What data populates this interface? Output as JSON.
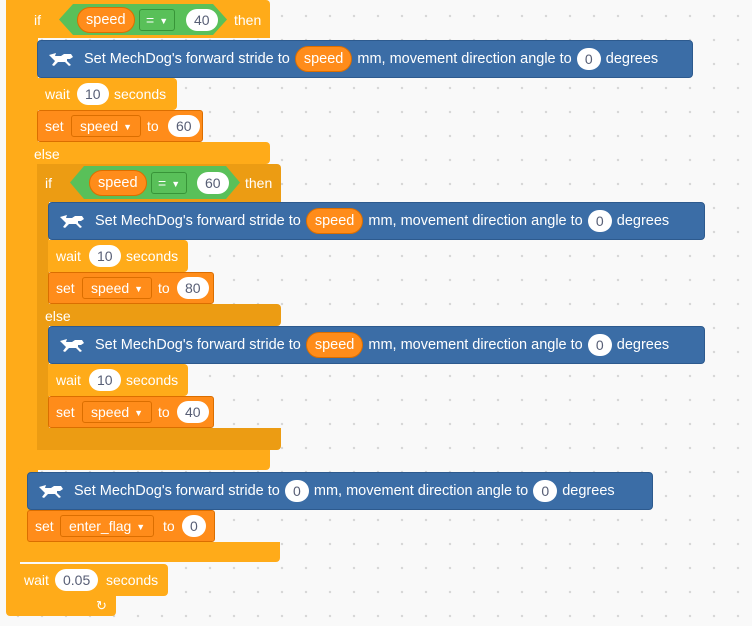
{
  "blocks": {
    "if_keyword": "if",
    "then_keyword": "then",
    "else_keyword": "else",
    "wait_keyword": "wait",
    "seconds_keyword": "seconds",
    "set_keyword": "set",
    "to_keyword": "to",
    "equals_operator": "=",
    "speed_var": "speed",
    "stride_prefix": "Set MechDog's forward stride to",
    "stride_mid": "mm, movement direction angle to",
    "stride_suffix": "degrees",
    "enter_flag_var": "enter_flag"
  },
  "values": {
    "cond1_rhs": "40",
    "cond2_rhs": "60",
    "angle_1": "0",
    "angle_2": "0",
    "angle_3": "0",
    "stride_4": "0",
    "angle_4": "0",
    "wait_1": "10",
    "wait_2": "10",
    "wait_3": "10",
    "set_speed_1": "60",
    "set_speed_2": "80",
    "set_speed_3": "40",
    "set_enter_flag": "0",
    "wait_final": "0.05"
  },
  "icons": {
    "loop_arrow": "↻",
    "dropdown_caret": "▾",
    "mechdog": "mechdog-icon"
  }
}
